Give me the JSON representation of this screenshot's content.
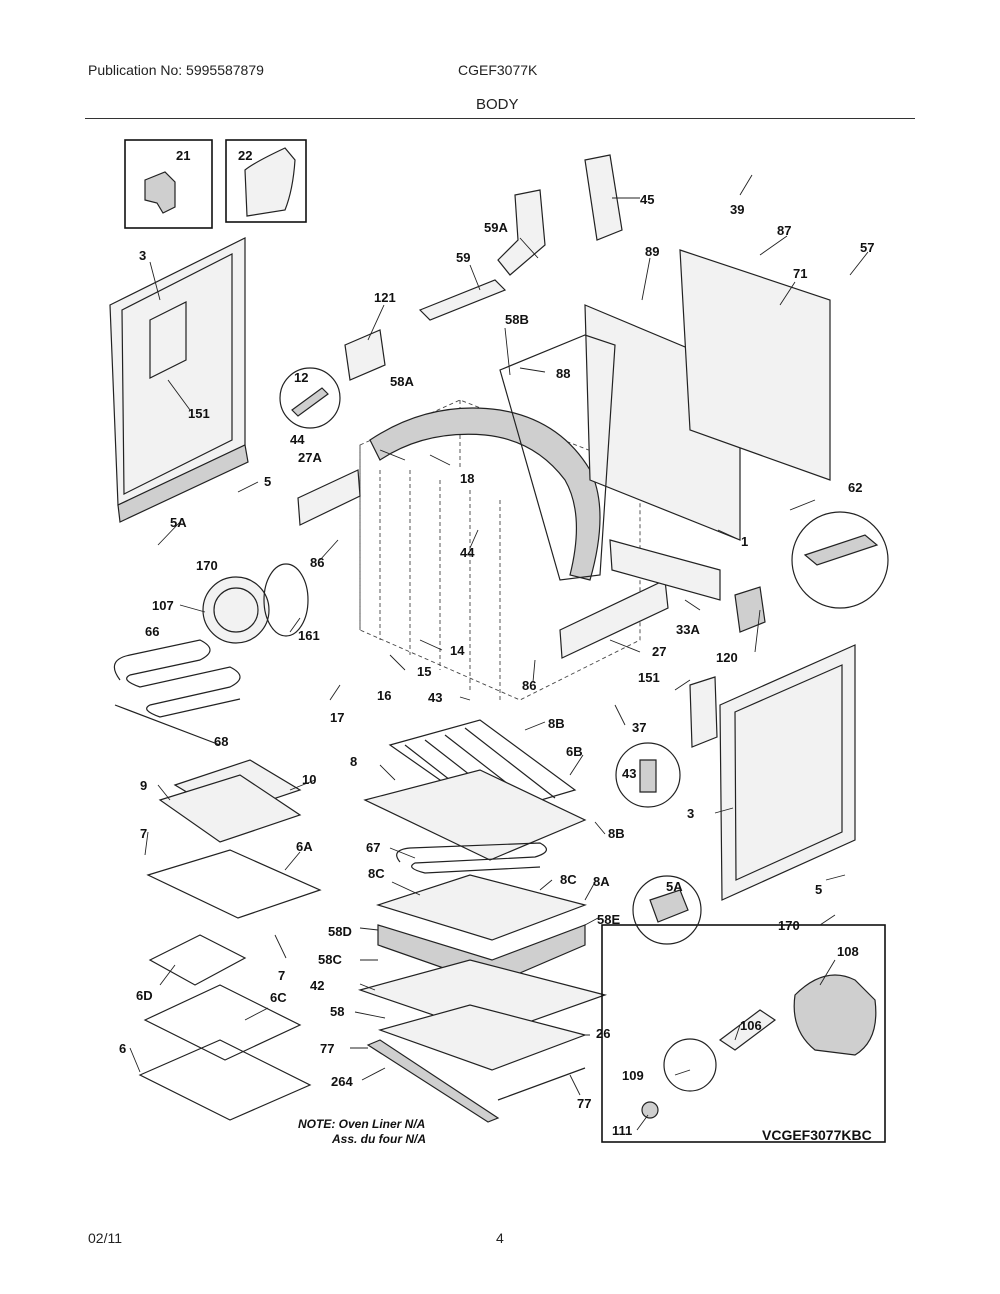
{
  "header": {
    "publication": "Publication No: 5995587879",
    "model": "CGEF3077K",
    "section": "BODY"
  },
  "footer": {
    "date": "02/11",
    "page": "4"
  },
  "diagram": {
    "note_line1": "NOTE: Oven Liner N/A",
    "note_line2": "Ass. du four N/A",
    "inset_model": "VCGEF3077KBC",
    "labels": [
      "21",
      "22",
      "3",
      "151",
      "5",
      "5A",
      "170",
      "45",
      "39",
      "59A",
      "59",
      "121",
      "12",
      "44",
      "27A",
      "58A",
      "58B",
      "88",
      "89",
      "87",
      "71",
      "57",
      "18",
      "44",
      "1",
      "62",
      "86",
      "107",
      "161",
      "14",
      "15",
      "16",
      "17",
      "43",
      "66",
      "68",
      "86",
      "27",
      "33A",
      "120",
      "151",
      "37",
      "8",
      "8B",
      "6B",
      "43",
      "3",
      "9",
      "10",
      "7",
      "6A",
      "67",
      "8C",
      "8C",
      "8A",
      "58D",
      "58E",
      "58C",
      "42",
      "58",
      "77",
      "264",
      "26",
      "77",
      "6D",
      "6C",
      "6",
      "7",
      "8B",
      "5A",
      "5",
      "170",
      "108",
      "106",
      "109",
      "111"
    ]
  }
}
